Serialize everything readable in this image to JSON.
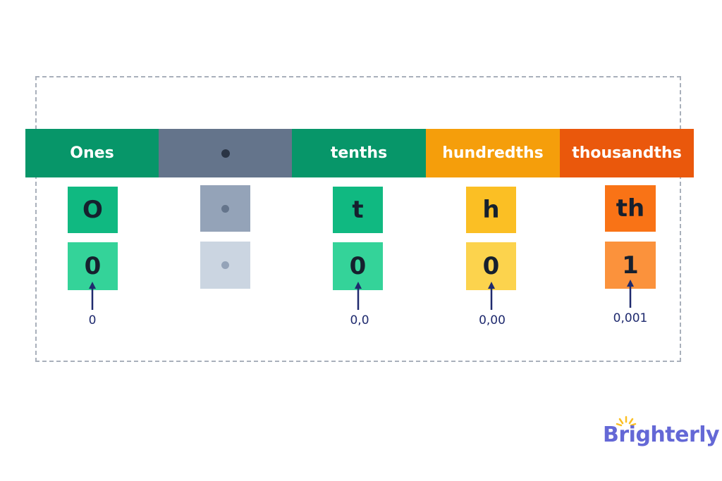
{
  "header": {
    "cells": [
      {
        "label": "Ones",
        "color": "#079669"
      },
      {
        "label": "",
        "color": "#64748b",
        "dot_color": "#2a3444"
      },
      {
        "label": "tenths",
        "color": "#079669"
      },
      {
        "label": "hundredths",
        "color": "#f59e0b"
      },
      {
        "label": "thousandths",
        "color": "#ea580c"
      }
    ]
  },
  "row_symbols": {
    "cells": [
      {
        "text": "O",
        "color": "#10b981"
      },
      {
        "text": "",
        "color": "#94a3b8",
        "dot_color": "#64748b"
      },
      {
        "text": "t",
        "color": "#10b981"
      },
      {
        "text": "h",
        "color": "#fbbf24"
      },
      {
        "text": "th",
        "color": "#f97316"
      }
    ]
  },
  "row_digits": {
    "cells": [
      {
        "text": "0",
        "color": "#34d399"
      },
      {
        "text": "",
        "color": "#cbd5e1",
        "dot_color": "#94a3b8"
      },
      {
        "text": "0",
        "color": "#34d399"
      },
      {
        "text": "0",
        "color": "#fcd34d"
      },
      {
        "text": "1",
        "color": "#fb923c"
      }
    ]
  },
  "value_labels": [
    "0",
    "0,0",
    "0,00",
    "0,001"
  ],
  "arrow_color": "#1f2a6e",
  "logo": {
    "text": "Brighterly",
    "color": "#6468d6",
    "sun_color": "#fbbf24"
  }
}
